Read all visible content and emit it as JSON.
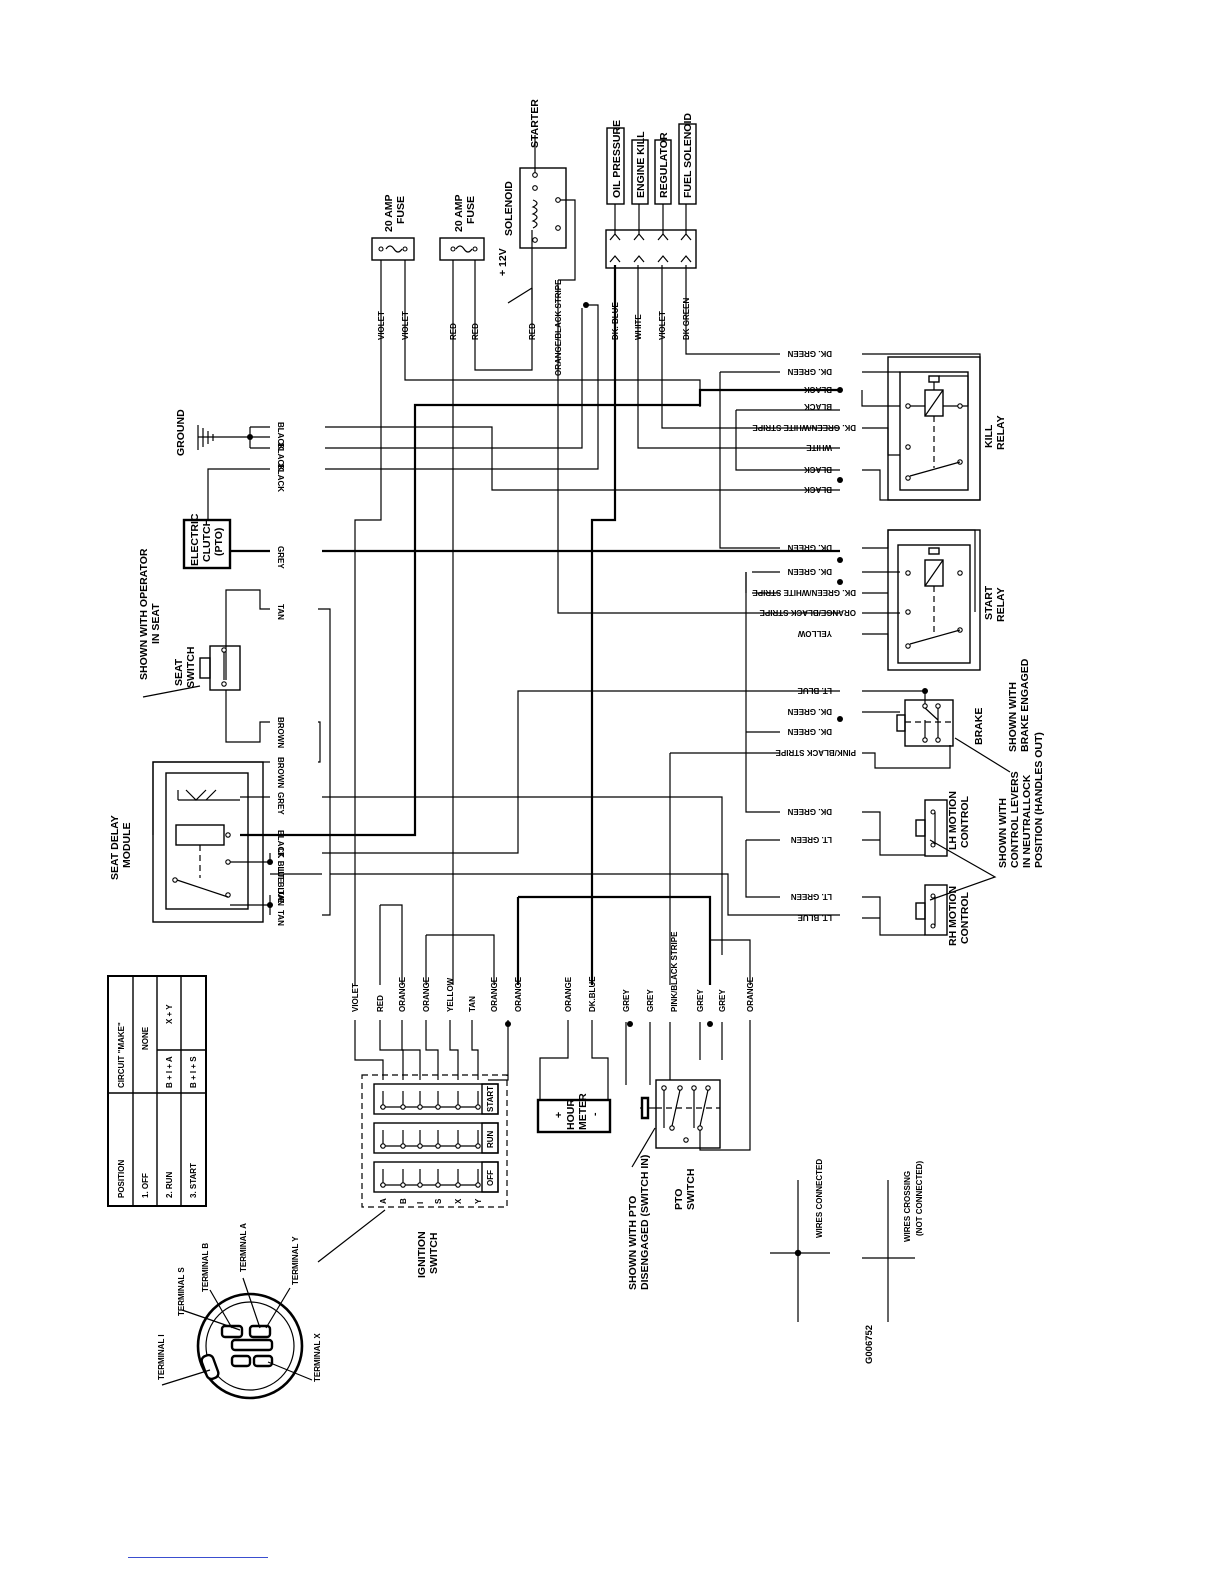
{
  "diagram_code": "G006752",
  "components": {
    "ground": "GROUND",
    "electric_clutch": [
      "ELECTRIC",
      "CLUTCH",
      "(PTO)"
    ],
    "seat_switch": [
      "SEAT",
      "SWITCH"
    ],
    "seat_switch_note": [
      "SHOWN WITH OPERATOR",
      "IN SEAT"
    ],
    "seat_delay_module": [
      "SEAT DELAY",
      "MODULE"
    ],
    "fuse1": [
      "20 AMP",
      "FUSE"
    ],
    "fuse2": [
      "20 AMP",
      "FUSE"
    ],
    "plus12v": "+ 12V",
    "solenoid": "SOLENOID",
    "starter": "STARTER",
    "engine_outputs": [
      "OIL PRESSURE",
      "ENGINE KILL",
      "REGULATOR",
      "FUEL SOLENOID"
    ],
    "kill_relay": [
      "KILL",
      "RELAY"
    ],
    "start_relay": [
      "START",
      "RELAY"
    ],
    "brake": "BRAKE",
    "brake_note": [
      "SHOWN WITH",
      "BRAKE ENGAGED"
    ],
    "lh_motion": [
      "LH MOTION",
      "CONTROL"
    ],
    "rh_motion": [
      "RH MOTION",
      "CONTROL"
    ],
    "motion_note": [
      "SHOWN WITH",
      "CONTROL LEVERS",
      "IN NEUTRALLOCK",
      "POSITION (HANDLES OUT)"
    ],
    "ignition_switch": [
      "IGNITION",
      "SWITCH"
    ],
    "hour_meter": [
      "+",
      "HOUR",
      "METER",
      "-"
    ],
    "pto_switch": [
      "PTO",
      "SWITCH"
    ],
    "pto_note": [
      "SHOWN WITH PTO",
      "DISENGAGED (SWITCH IN)"
    ],
    "ign_positions": [
      "START",
      "RUN",
      "OFF"
    ],
    "ign_terminals": [
      "A",
      "B",
      "I",
      "S",
      "X",
      "Y"
    ],
    "terminals": [
      "TERMINAL I",
      "TERMINAL S",
      "TERMINAL B",
      "TERMINAL A",
      "TERMINAL Y",
      "TERMINAL X"
    ]
  },
  "legend": {
    "connected": "WIRES CONNECTED",
    "crossing": [
      "WIRES CROSSING",
      "(NOT CONNECTED)"
    ]
  },
  "table": {
    "headers": [
      "POSITION",
      "CIRCUIT \"MAKE\""
    ],
    "rows": [
      [
        "1. OFF",
        "NONE",
        ""
      ],
      [
        "2. RUN",
        "B + I + A",
        "X + Y"
      ],
      [
        "3. START",
        "B + I + S",
        ""
      ]
    ]
  },
  "wire_labels": {
    "left": [
      "BLACK",
      "BLACK",
      "BLACK",
      "GREY",
      "TAN",
      "BROWN",
      "BROWN",
      "GREY",
      "BLACK",
      "LT. BLUE",
      "LT. BLUE",
      "TAN",
      "TAN"
    ],
    "top": [
      "VIOLET",
      "VIOLET",
      "RED",
      "RED",
      "RED",
      "ORANGE/BLACK STRIPE",
      "DK. BLUE",
      "WHITE",
      "VIOLET",
      "DK GREEN"
    ],
    "right": [
      "DK. GREEN",
      "DK. GREEN",
      "BLACK",
      "BLACK",
      "DK. GREEN/WHITE STRIPE",
      "WHITE",
      "BLACK",
      "BLACK",
      "DK. GREEN",
      "DK. GREEN",
      "DK. GREEN/WHITE STRIPE",
      "ORANGE/BLACK STRIPE",
      "YELLOW",
      "LT. BLUE",
      "DK. GREEN",
      "DK. GREEN",
      "PINK/BLACK STRIPE",
      "DK. GREEN",
      "LT. GREEN",
      "LT. GREEN",
      "LT. BLUE"
    ],
    "bottom": [
      "VIOLET",
      "RED",
      "ORANGE",
      "ORANGE",
      "YELLOW",
      "TAN",
      "ORANGE",
      "ORANGE",
      "ORANGE",
      "DK.BLUE",
      "GREY",
      "GREY",
      "PINK/BLACK STRIPE",
      "GREY",
      "GREY",
      "ORANGE"
    ]
  }
}
